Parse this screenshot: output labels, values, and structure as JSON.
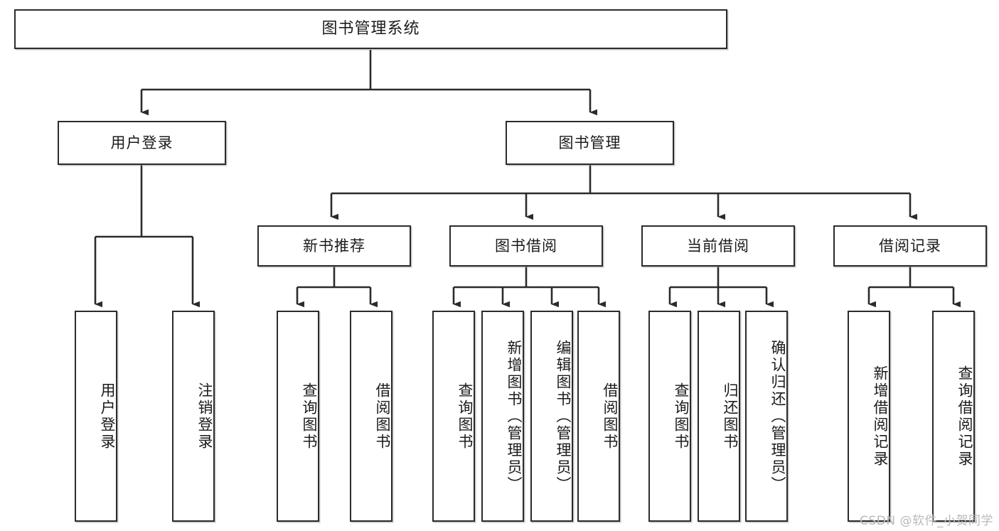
{
  "diagram": {
    "type": "tree",
    "title": "图书管理系统",
    "orientation": "top-down",
    "colors": {
      "box_stroke": "#2b2b2b",
      "box_fill": "#ffffff",
      "connector": "#2b2b2b",
      "watermark": "#b9b9b9"
    },
    "nodes": {
      "root": {
        "label": "图书管理系统",
        "level": 0
      },
      "user_login": {
        "label": "用户登录",
        "level": 1
      },
      "book_manage": {
        "label": "图书管理",
        "level": 1
      },
      "new_book_rec": {
        "label": "新书推荐",
        "level": 2
      },
      "book_borrow": {
        "label": "图书借阅",
        "level": 2
      },
      "current_borrow": {
        "label": "当前借阅",
        "level": 2
      },
      "borrow_record": {
        "label": "借阅记录",
        "level": 2
      },
      "leaf_user_login": {
        "label": "用户登录",
        "level": 3,
        "parent": "用户登录"
      },
      "leaf_logout": {
        "label": "注销登录",
        "level": 3,
        "parent": "用户登录"
      },
      "leaf_query_book_1": {
        "label": "查询图书",
        "level": 3,
        "parent": "新书推荐"
      },
      "leaf_borrow_book_1": {
        "label": "借阅图书",
        "level": 3,
        "parent": "新书推荐"
      },
      "leaf_query_book_2": {
        "label": "查询图书",
        "level": 3,
        "parent": "图书借阅"
      },
      "leaf_add_book": {
        "label": "新增图书（管理员）",
        "level": 3,
        "parent": "图书借阅"
      },
      "leaf_edit_book": {
        "label": "编辑图书（管理员）",
        "level": 3,
        "parent": "图书借阅"
      },
      "leaf_borrow_book_2": {
        "label": "借阅图书",
        "level": 3,
        "parent": "图书借阅"
      },
      "leaf_query_book_3": {
        "label": "查询图书",
        "level": 3,
        "parent": "当前借阅"
      },
      "leaf_return_book": {
        "label": "归还图书",
        "level": 3,
        "parent": "当前借阅"
      },
      "leaf_confirm_return": {
        "label": "确认归还（管理员）",
        "level": 3,
        "parent": "当前借阅"
      },
      "leaf_add_record": {
        "label": "新增借阅记录",
        "level": 3,
        "parent": "借阅记录"
      },
      "leaf_query_record": {
        "label": "查询借阅记录",
        "level": 3,
        "parent": "借阅记录"
      }
    },
    "edges": [
      {
        "from": "图书管理系统",
        "to": "用户登录"
      },
      {
        "from": "图书管理系统",
        "to": "图书管理"
      },
      {
        "from": "用户登录",
        "to": "用户登录"
      },
      {
        "from": "用户登录",
        "to": "注销登录"
      },
      {
        "from": "图书管理",
        "to": "新书推荐"
      },
      {
        "from": "图书管理",
        "to": "图书借阅"
      },
      {
        "from": "图书管理",
        "to": "当前借阅"
      },
      {
        "from": "图书管理",
        "to": "借阅记录"
      },
      {
        "from": "新书推荐",
        "to": "查询图书"
      },
      {
        "from": "新书推荐",
        "to": "借阅图书"
      },
      {
        "from": "图书借阅",
        "to": "查询图书"
      },
      {
        "from": "图书借阅",
        "to": "新增图书（管理员）"
      },
      {
        "from": "图书借阅",
        "to": "编辑图书（管理员）"
      },
      {
        "from": "图书借阅",
        "to": "借阅图书"
      },
      {
        "from": "当前借阅",
        "to": "查询图书"
      },
      {
        "from": "当前借阅",
        "to": "归还图书"
      },
      {
        "from": "当前借阅",
        "to": "确认归还（管理员）"
      },
      {
        "from": "借阅记录",
        "to": "新增借阅记录"
      },
      {
        "from": "借阅记录",
        "to": "查询借阅记录"
      }
    ]
  },
  "watermark": {
    "text": "CSDN @软件_小贺同学"
  }
}
